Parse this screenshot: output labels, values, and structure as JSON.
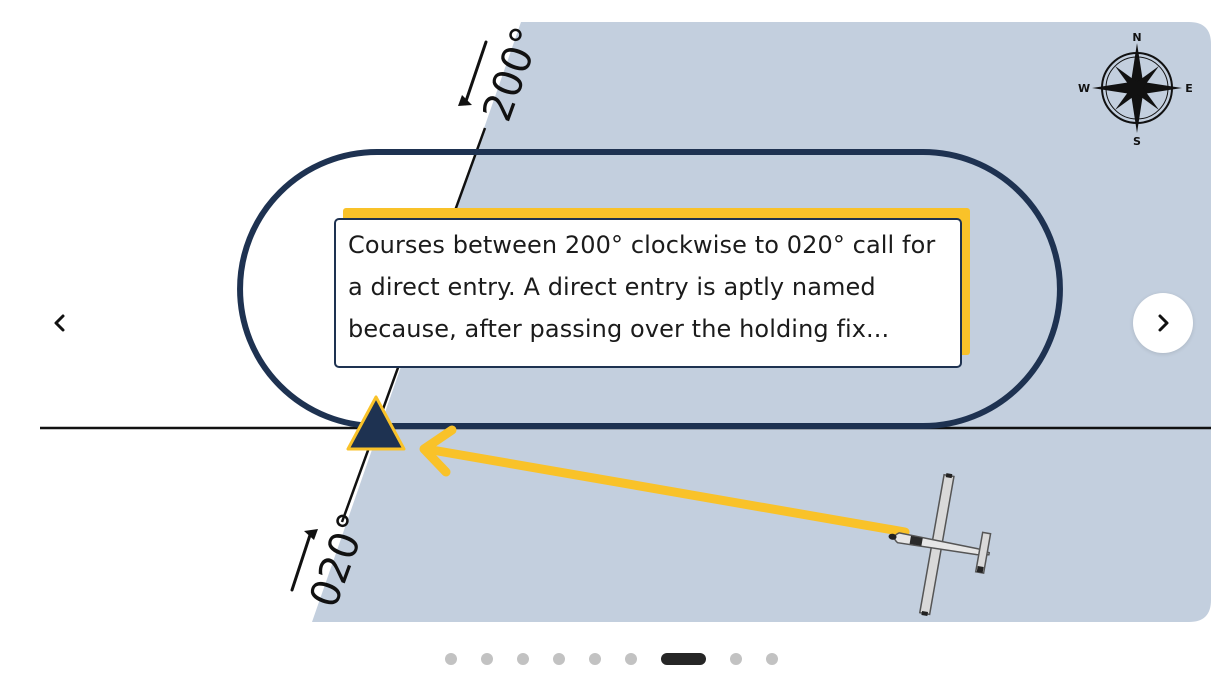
{
  "diagram": {
    "label_top": "200°",
    "label_bottom": "020°",
    "compass": {
      "north": "N",
      "south": "S",
      "east": "E",
      "west": "W"
    },
    "callout_text": "Courses between 200° clockwise to 020° call for a direct entry. A direct entry is aptly named because, after passing over the holding fix...",
    "colors": {
      "sector_fill": "#c3cfde",
      "racetrack": "#1e3251",
      "arrow": "#f9c229",
      "fix": "#1e3251"
    },
    "icons": {
      "holding_fix": "triangle-fix-icon",
      "aircraft": "airplane-icon",
      "compass": "compass-rose-icon"
    }
  },
  "carousel": {
    "total_slides": 9,
    "active_slide": 7,
    "prev_icon": "chevron-left-icon",
    "next_icon": "chevron-right-icon"
  }
}
